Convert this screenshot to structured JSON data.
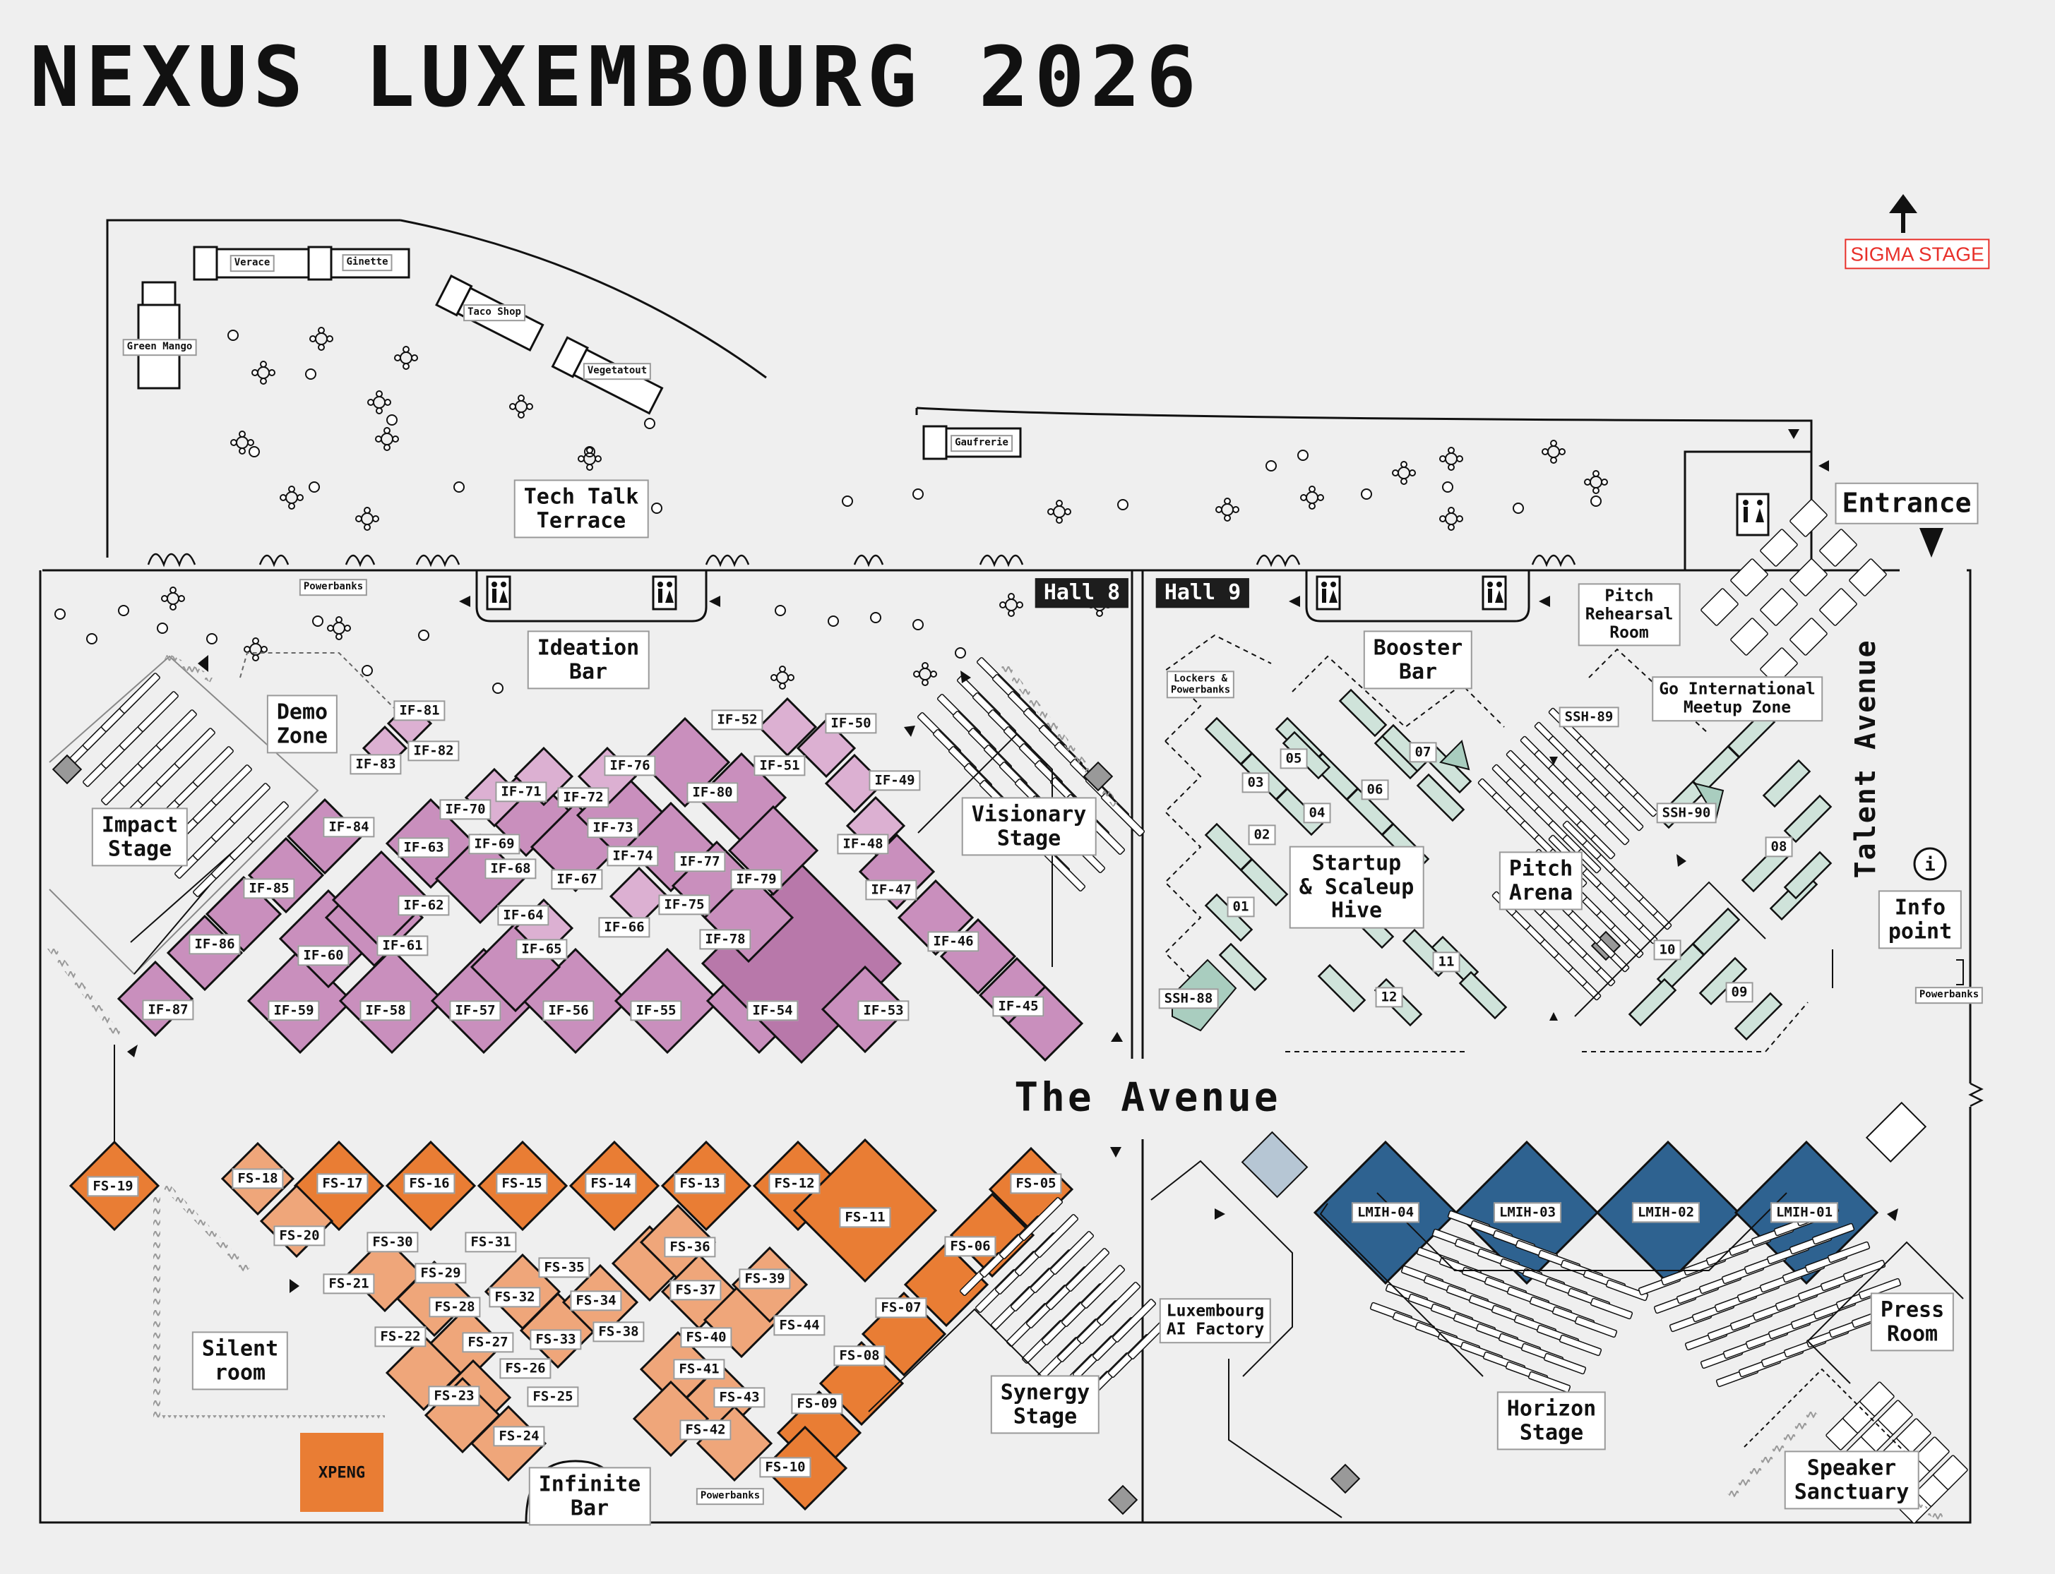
{
  "title": "NEXUS LUXEMBOURG 2026",
  "colors": {
    "background": "#efefef",
    "ideation_purple": "#c98fbd",
    "ideation_light": "#dcb0d2",
    "ideation_dark": "#b878aa",
    "future_orange": "#e97d34",
    "future_light": "#efa67a",
    "future_pale": "#f4c29e",
    "lmih_blue": "#2e6290",
    "startup_mint": "#cfe3da",
    "line": "#111111"
  },
  "markers": {
    "sigma_stage": "SIGMA STAGE",
    "entrance": "Entrance",
    "hall_8": "Hall 8",
    "hall_9": "Hall 9",
    "the_avenue": "The Avenue",
    "talent_avenue": "Talent Avenue",
    "info_icon": "i"
  },
  "food_trucks": {
    "verace": "Verace",
    "ginette": "Ginette",
    "green_mango": "Green Mango",
    "taco_shop": "Taco Shop",
    "vegetatout": "Vegetatout",
    "gaufrerie": "Gaufrerie"
  },
  "venues": {
    "tech_talk_terrace": "Tech Talk\nTerrace",
    "ideation_bar": "Ideation\nBar",
    "booster_bar": "Booster\nBar",
    "demo_zone": "Demo\nZone",
    "impact_stage": "Impact\nStage",
    "visionary_stage": "Visionary\nStage",
    "startup_hive": "Startup\n& Scaleup\nHive",
    "pitch_arena": "Pitch\nArena",
    "pitch_rehearsal": "Pitch\nRehearsal\nRoom",
    "go_international": "Go International\nMeetup Zone",
    "info_point": "Info\npoint",
    "silent_room": "Silent\nroom",
    "infinite_bar": "Infinite\nBar",
    "synergy_stage": "Synergy\nStage",
    "luxembourg_ai": "Luxembourg\nAI Factory",
    "horizon_stage": "Horizon\nStage",
    "press_room": "Press\nRoom",
    "speaker_sanctuary": "Speaker\nSanctuary",
    "xpeng": "XPENG"
  },
  "service_labels": {
    "powerbanks_top": "Powerbanks",
    "powerbanks_bottom": "Powerbanks",
    "powerbanks_right": "Powerbanks",
    "lockers": "Lockers &\nPowerbanks"
  },
  "ideation_stalls": {
    "IF_45": "IF-45",
    "IF_46": "IF-46",
    "IF_47": "IF-47",
    "IF_48": "IF-48",
    "IF_49": "IF-49",
    "IF_50": "IF-50",
    "IF_51": "IF-51",
    "IF_52": "IF-52",
    "IF_53": "IF-53",
    "IF_54": "IF-54",
    "IF_55": "IF-55",
    "IF_56": "IF-56",
    "IF_57": "IF-57",
    "IF_58": "IF-58",
    "IF_59": "IF-59",
    "IF_60": "IF-60",
    "IF_61": "IF-61",
    "IF_62": "IF-62",
    "IF_63": "IF-63",
    "IF_64": "IF-64",
    "IF_65": "IF-65",
    "IF_66": "IF-66",
    "IF_67": "IF-67",
    "IF_68": "IF-68",
    "IF_69": "IF-69",
    "IF_70": "IF-70",
    "IF_71": "IF-71",
    "IF_72": "IF-72",
    "IF_73": "IF-73",
    "IF_74": "IF-74",
    "IF_75": "IF-75",
    "IF_76": "IF-76",
    "IF_77": "IF-77",
    "IF_78": "IF-78",
    "IF_79": "IF-79",
    "IF_80": "IF-80",
    "IF_81": "IF-81",
    "IF_82": "IF-82",
    "IF_83": "IF-83",
    "IF_84": "IF-84",
    "IF_85": "IF-85",
    "IF_86": "IF-86",
    "IF_87": "IF-87"
  },
  "future_stalls": {
    "FS_05": "FS-05",
    "FS_06": "FS-06",
    "FS_07": "FS-07",
    "FS_08": "FS-08",
    "FS_09": "FS-09",
    "FS_10": "FS-10",
    "FS_11": "FS-11",
    "FS_12": "FS-12",
    "FS_13": "FS-13",
    "FS_14": "FS-14",
    "FS_15": "FS-15",
    "FS_16": "FS-16",
    "FS_17": "FS-17",
    "FS_18": "FS-18",
    "FS_19": "FS-19",
    "FS_20": "FS-20",
    "FS_21": "FS-21",
    "FS_22": "FS-22",
    "FS_23": "FS-23",
    "FS_24": "FS-24",
    "FS_25": "FS-25",
    "FS_26": "FS-26",
    "FS_27": "FS-27",
    "FS_28": "FS-28",
    "FS_29": "FS-29",
    "FS_30": "FS-30",
    "FS_31": "FS-31",
    "FS_32": "FS-32",
    "FS_33": "FS-33",
    "FS_34": "FS-34",
    "FS_35": "FS-35",
    "FS_36": "FS-36",
    "FS_37": "FS-37",
    "FS_38": "FS-38",
    "FS_39": "FS-39",
    "FS_40": "FS-40",
    "FS_41": "FS-41",
    "FS_42": "FS-42",
    "FS_43": "FS-43",
    "FS_44": "FS-44"
  },
  "lmih_stalls": {
    "LMIH_01": "LMIH-01",
    "LMIH_02": "LMIH-02",
    "LMIH_03": "LMIH-03",
    "LMIH_04": "LMIH-04"
  },
  "hive_stalls": {
    "SSH_88": "SSH-88",
    "SSH_89": "SSH-89",
    "SSH_90": "SSH-90",
    "n01": "01",
    "n02": "02",
    "n03": "03",
    "n04": "04",
    "n05": "05",
    "n06": "06",
    "n07": "07",
    "n08": "08",
    "n09": "09",
    "n10": "10",
    "n11": "11",
    "n12": "12"
  }
}
